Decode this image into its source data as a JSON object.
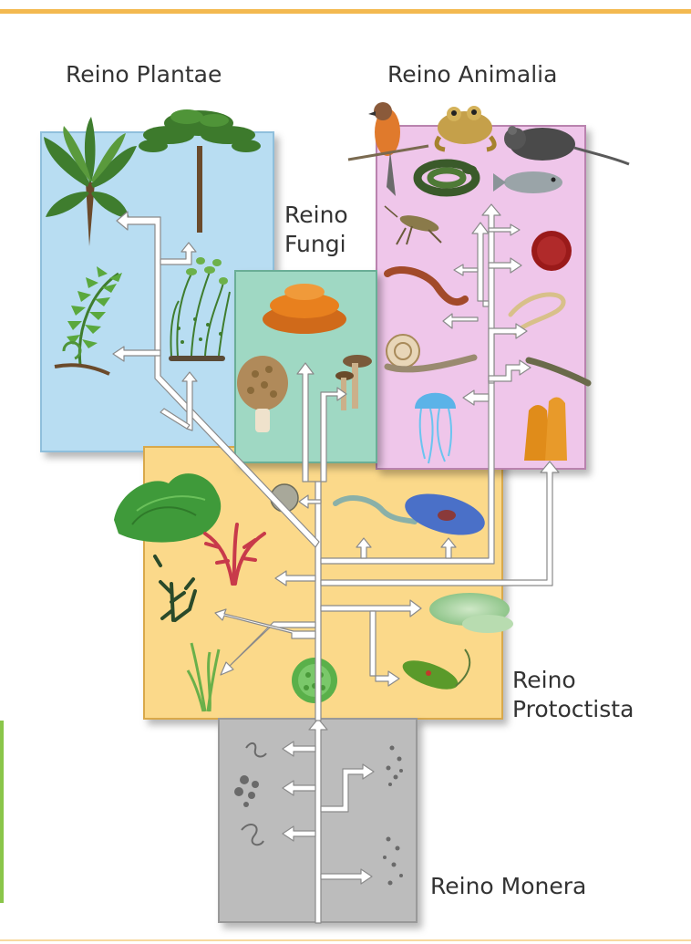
{
  "diagram": {
    "kingdoms": {
      "plantae": {
        "label": "Reino Plantae",
        "color": "#b8ddf2"
      },
      "animalia": {
        "label": "Reino Animalia",
        "color": "#efc6ea"
      },
      "fungi": {
        "label": "Reino\nFungi",
        "color": "#9fd8c3"
      },
      "protoctista": {
        "label": "Reino\nProtoctista",
        "color": "#fbd98a"
      },
      "monera": {
        "label": "Reino Monera",
        "color": "#bcbcbc"
      }
    },
    "colors": {
      "frame_accent": "#f3b950",
      "side_accent": "#8ac64a",
      "branch_fill": "#ffffff",
      "branch_stroke": "#8a8a8a"
    }
  }
}
